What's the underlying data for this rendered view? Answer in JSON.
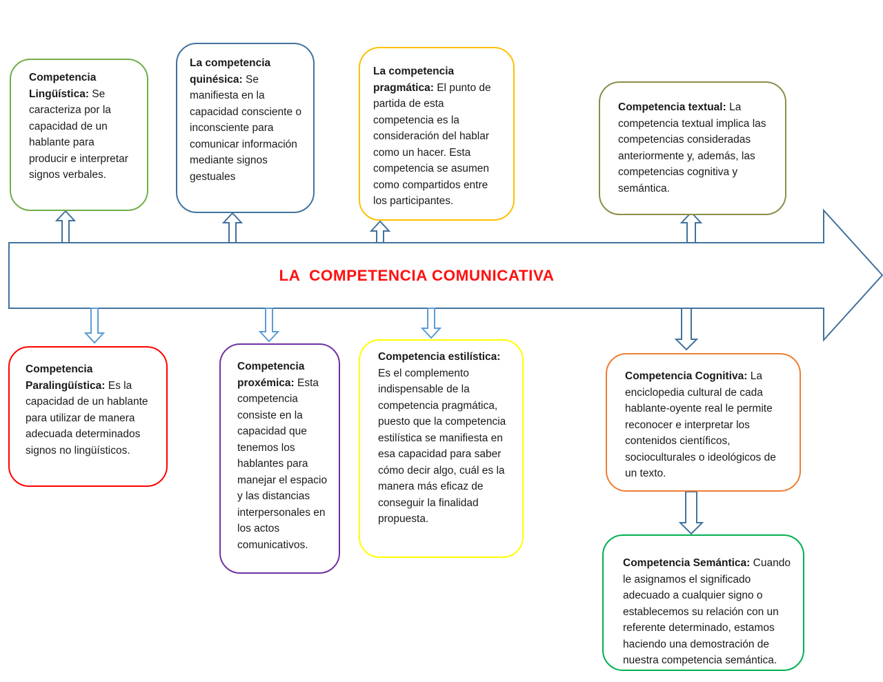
{
  "title": {
    "text": "LA  COMPETENCIA COMUNICATIVA",
    "color": "#FF1010"
  },
  "arrow": {
    "name": "main-horizontal-arrow",
    "outline_color": "#41719C",
    "fill_color": "#FFFFFF",
    "connector_up_color": "#41719C",
    "connector_down_light_color": "#5B9BD5",
    "connector_down_dark_color": "#41719C"
  },
  "boxes": {
    "linguistica": {
      "title": "Competencia Lingüística:",
      "body": "Se caracteriza por la capacidad de un hablante para producir e interpretar signos verbales.",
      "border_color": "#70AD47"
    },
    "quinesica": {
      "title": "La competencia quinésica:",
      "body": "Se manifiesta en la capacidad consciente o inconsciente para comunicar información mediante signos gestuales",
      "border_color": "#41719C"
    },
    "pragmatica": {
      "title": "La competencia pragmática:",
      "body": "El punto de partida de esta competencia es la consideración del hablar como un hacer. Esta competencia se asumen como compartidos entre los participantes.",
      "border_color": "#FFC000"
    },
    "textual": {
      "title": "Competencia textual:",
      "body": "La competencia textual implica las competencias consideradas anteriormente y, además, las competencias cognitiva y semántica.",
      "border_color": "#8C8C46"
    },
    "paralinguistica": {
      "title": "Competencia Paralingüística:",
      "body": "Es la capacidad de un hablante para utilizar de manera adecuada determinados signos no lingüísticos.",
      "border_color": "#FF0000"
    },
    "proxemica": {
      "title": "Competencia proxémica:",
      "body": "Esta competencia consiste en la capacidad que tenemos los hablantes para manejar el espacio y las distancias interpersonales en los actos comunicativos.",
      "border_color": "#7030A0"
    },
    "estilistica": {
      "title": "Competencia estilística:",
      "body": "Es el complemento indispensable de la competencia pragmática, puesto que la competencia estilística se manifiesta en esa capacidad para saber cómo decir algo, cuál es la manera  más eficaz de conseguir la finalidad propuesta.",
      "border_color": "#FFFF00"
    },
    "cognitiva": {
      "title": "Competencia Cognitiva:",
      "body": "La enciclopedia cultural de cada hablante-oyente real le permite reconocer e interpretar los contenidos científicos, socioculturales o ideológicos de un texto.",
      "border_color": "#ED7D31"
    },
    "semantica": {
      "title": "Competencia Semántica:",
      "body": "Cuando le asignamos el significado adecuado a cualquier signo o establecemos su relación con un referente determinado, estamos haciendo una demostración de nuestra competencia semántica.",
      "border_color": "#00B050"
    }
  }
}
